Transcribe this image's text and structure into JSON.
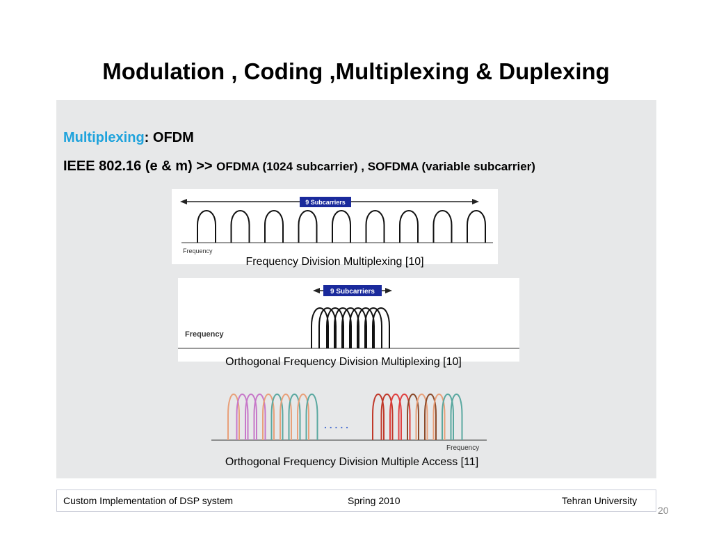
{
  "slide": {
    "title": "Modulation , Coding ,Multiplexing & Duplexing",
    "line1": {
      "highlight": "Multiplexing",
      "rest": ":  OFDM"
    },
    "line2": {
      "main": "IEEE 802.16 (e & m)  >> ",
      "detail": "OFDMA (1024 subcarrier) ,  SOFDMA  (variable subcarrier)"
    },
    "colors": {
      "highlight": "#1fa3dc",
      "panel": "#e7e8e9",
      "arrow_label_bg": "#1a2a9c"
    }
  },
  "figures": {
    "fdm": {
      "label": "9  Subcarriers",
      "axis_label": "Frequency",
      "caption": "Frequency Division Multiplexing [10]",
      "carrier_count": 9
    },
    "ofdm": {
      "label": "9  Subcarriers",
      "axis_label": "Frequency",
      "caption": "Orthogonal Frequency Division Multiplexing [10]",
      "carrier_count": 9
    },
    "ofdma": {
      "axis_label": "Frequency",
      "caption": "Orthogonal Frequency Division Multiple Access [11]",
      "group1_colors": [
        "#e8a07a",
        "#c778c9",
        "#c778c9",
        "#c778c9",
        "#e8a07a",
        "#5aa8a0",
        "#e8a07a",
        "#5aa8a0",
        "#e8a07a",
        "#5aa8a0"
      ],
      "group2_colors": [
        "#c0392b",
        "#c0392b",
        "#e04040",
        "#e04040",
        "#8b4a2a",
        "#e8a07a",
        "#8b4a2a",
        "#e8a07a",
        "#5aa8a0",
        "#5aa8a0"
      ],
      "dots": ". . . . ."
    }
  },
  "footer": {
    "left": "Custom Implementation of DSP system",
    "center": "Spring 2010",
    "right": "Tehran University"
  },
  "page_number": "20"
}
